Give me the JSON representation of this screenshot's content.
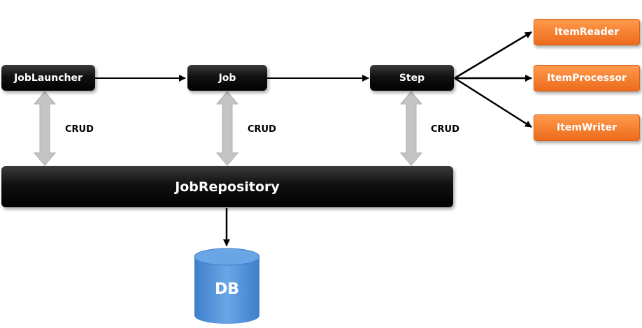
{
  "nodes": {
    "job_launcher": "JobLauncher",
    "job": "Job",
    "step": "Step",
    "job_repository": "JobRepository",
    "item_reader": "ItemReader",
    "item_processor": "ItemProcessor",
    "item_writer": "ItemWriter",
    "db": "DB"
  },
  "edges": {
    "crud_launcher": "CRUD",
    "crud_job": "CRUD",
    "crud_step": "CRUD"
  },
  "colors": {
    "dark_node": "#000000",
    "orange_node": "#f07a2a",
    "db_cylinder": "#4f8fd6",
    "crud_arrow": "#c4c4c4"
  }
}
